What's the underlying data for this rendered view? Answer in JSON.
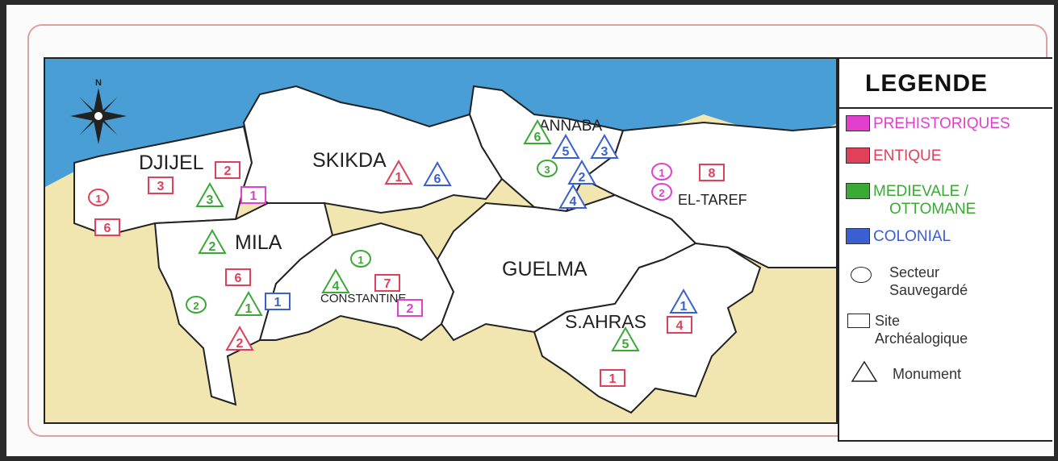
{
  "legend": {
    "title": "LEGENDE",
    "periods": [
      {
        "label": "PREHISTORIQUES",
        "color": "#e23fcf"
      },
      {
        "label": "ENTIQUE",
        "color": "#e0405a"
      },
      {
        "label_line1": "MEDIEVALE /",
        "label_line2": "OTTOMANE",
        "color": "#3aaa35"
      },
      {
        "label": "COLONIAL",
        "color": "#3a5fd0"
      }
    ],
    "symbols": {
      "circle_line1": "Secteur",
      "circle_line2": "Sauvegardé",
      "rect_line1": "Site",
      "rect_line2": "Archéalogique",
      "triangle": "Monument"
    }
  },
  "compass": {
    "north_letter": "N"
  },
  "regions": {
    "djijel": "DJIJEL",
    "skikda": "SKIKDA",
    "annaba": "ANNABA",
    "el_taref": "EL-TAREF",
    "mila": "MILA",
    "constantine": "CONSTANTINE",
    "guelma": "GUELMA",
    "souk_ahras": "S.AHRAS"
  },
  "colors": {
    "sea": "#4a9ed6",
    "land_south": "#f2e6b0",
    "province": "#ffffff",
    "outline": "#222222"
  },
  "markers": [
    {
      "id": "djijel-rect-2",
      "shape": "rect",
      "num": "2",
      "color": "#e0405a"
    },
    {
      "id": "djijel-rect-3",
      "shape": "rect",
      "num": "3",
      "color": "#e0405a"
    },
    {
      "id": "djijel-tri-3",
      "shape": "triangle",
      "num": "3",
      "color": "#3aaa35"
    },
    {
      "id": "djijel-rect-1",
      "shape": "rect",
      "num": "1",
      "color": "#e23fcf"
    },
    {
      "id": "djijel-circle-1",
      "shape": "circle",
      "num": "1",
      "color": "#e0405a"
    },
    {
      "id": "djijel-rect-6",
      "shape": "rect",
      "num": "6",
      "color": "#e0405a"
    },
    {
      "id": "skikda-tri-1",
      "shape": "triangle",
      "num": "1",
      "color": "#e0405a"
    },
    {
      "id": "skikda-tri-6",
      "shape": "triangle",
      "num": "6",
      "color": "#3a5fd0"
    },
    {
      "id": "annaba-tri-6",
      "shape": "triangle",
      "num": "6",
      "color": "#3aaa35"
    },
    {
      "id": "annaba-tri-5",
      "shape": "triangle",
      "num": "5",
      "color": "#3a5fd0"
    },
    {
      "id": "annaba-tri-3",
      "shape": "triangle",
      "num": "3",
      "color": "#3a5fd0"
    },
    {
      "id": "annaba-circle-3",
      "shape": "circle",
      "num": "3",
      "color": "#3aaa35"
    },
    {
      "id": "annaba-tri-2",
      "shape": "triangle",
      "num": "2",
      "color": "#3a5fd0"
    },
    {
      "id": "annaba-tri-4",
      "shape": "triangle",
      "num": "4",
      "color": "#3a5fd0"
    },
    {
      "id": "taref-circle-1",
      "shape": "circle",
      "num": "1",
      "color": "#e23fcf"
    },
    {
      "id": "taref-circle-2",
      "shape": "circle",
      "num": "2",
      "color": "#e23fcf"
    },
    {
      "id": "taref-rect-8",
      "shape": "rect",
      "num": "8",
      "color": "#e0405a"
    },
    {
      "id": "mila-tri-2",
      "shape": "triangle",
      "num": "2",
      "color": "#3aaa35"
    },
    {
      "id": "mila-rect-6",
      "shape": "rect",
      "num": "6",
      "color": "#e0405a"
    },
    {
      "id": "mila-circle-2",
      "shape": "circle",
      "num": "2",
      "color": "#3aaa35"
    },
    {
      "id": "mila-tri-1",
      "shape": "triangle",
      "num": "1",
      "color": "#3aaa35"
    },
    {
      "id": "mila-rect-1",
      "shape": "rect",
      "num": "1",
      "color": "#3a5fd0"
    },
    {
      "id": "mila-tri-2b",
      "shape": "triangle",
      "num": "2",
      "color": "#e0405a"
    },
    {
      "id": "const-circle-1",
      "shape": "circle",
      "num": "1",
      "color": "#3aaa35"
    },
    {
      "id": "const-tri-4",
      "shape": "triangle",
      "num": "4",
      "color": "#3aaa35"
    },
    {
      "id": "const-rect-7",
      "shape": "rect",
      "num": "7",
      "color": "#e0405a"
    },
    {
      "id": "const-rect-2",
      "shape": "rect",
      "num": "2",
      "color": "#e23fcf"
    },
    {
      "id": "ahras-tri-1",
      "shape": "triangle",
      "num": "1",
      "color": "#3a5fd0"
    },
    {
      "id": "ahras-rect-4",
      "shape": "rect",
      "num": "4",
      "color": "#e0405a"
    },
    {
      "id": "ahras-tri-5",
      "shape": "triangle",
      "num": "5",
      "color": "#3aaa35"
    },
    {
      "id": "ahras-rect-1",
      "shape": "rect",
      "num": "1",
      "color": "#e0405a"
    }
  ]
}
